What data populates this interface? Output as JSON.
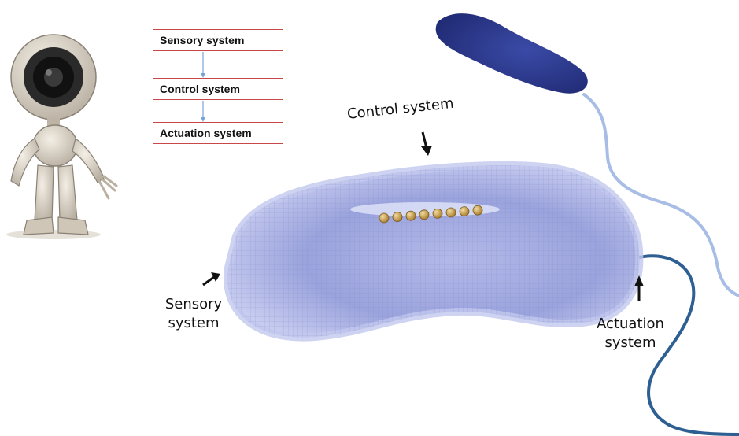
{
  "flowchart": {
    "steps": [
      "Sensory system",
      "Control system",
      "Actuation system"
    ],
    "connector_color": "#7aa4d8",
    "box_border_color": "#c8474a"
  },
  "bacterium": {
    "labels": {
      "control": "Control system",
      "sensory_line1": "Sensory",
      "sensory_line2": "system",
      "actuation_line1": "Actuation",
      "actuation_line2": "system"
    },
    "body_color": "#8f98d4",
    "flagellum_color": "#2e5f92",
    "granule_count": 8,
    "granule_color": "#c9a048"
  },
  "second_bacterium": {
    "body_color": "#2d3a8f",
    "flagellum_color": "#a8bde6"
  },
  "robot": {
    "icon": "robot-icon",
    "colors": {
      "shell": "#d9d1c4",
      "eye": "#1c1c1c"
    }
  }
}
